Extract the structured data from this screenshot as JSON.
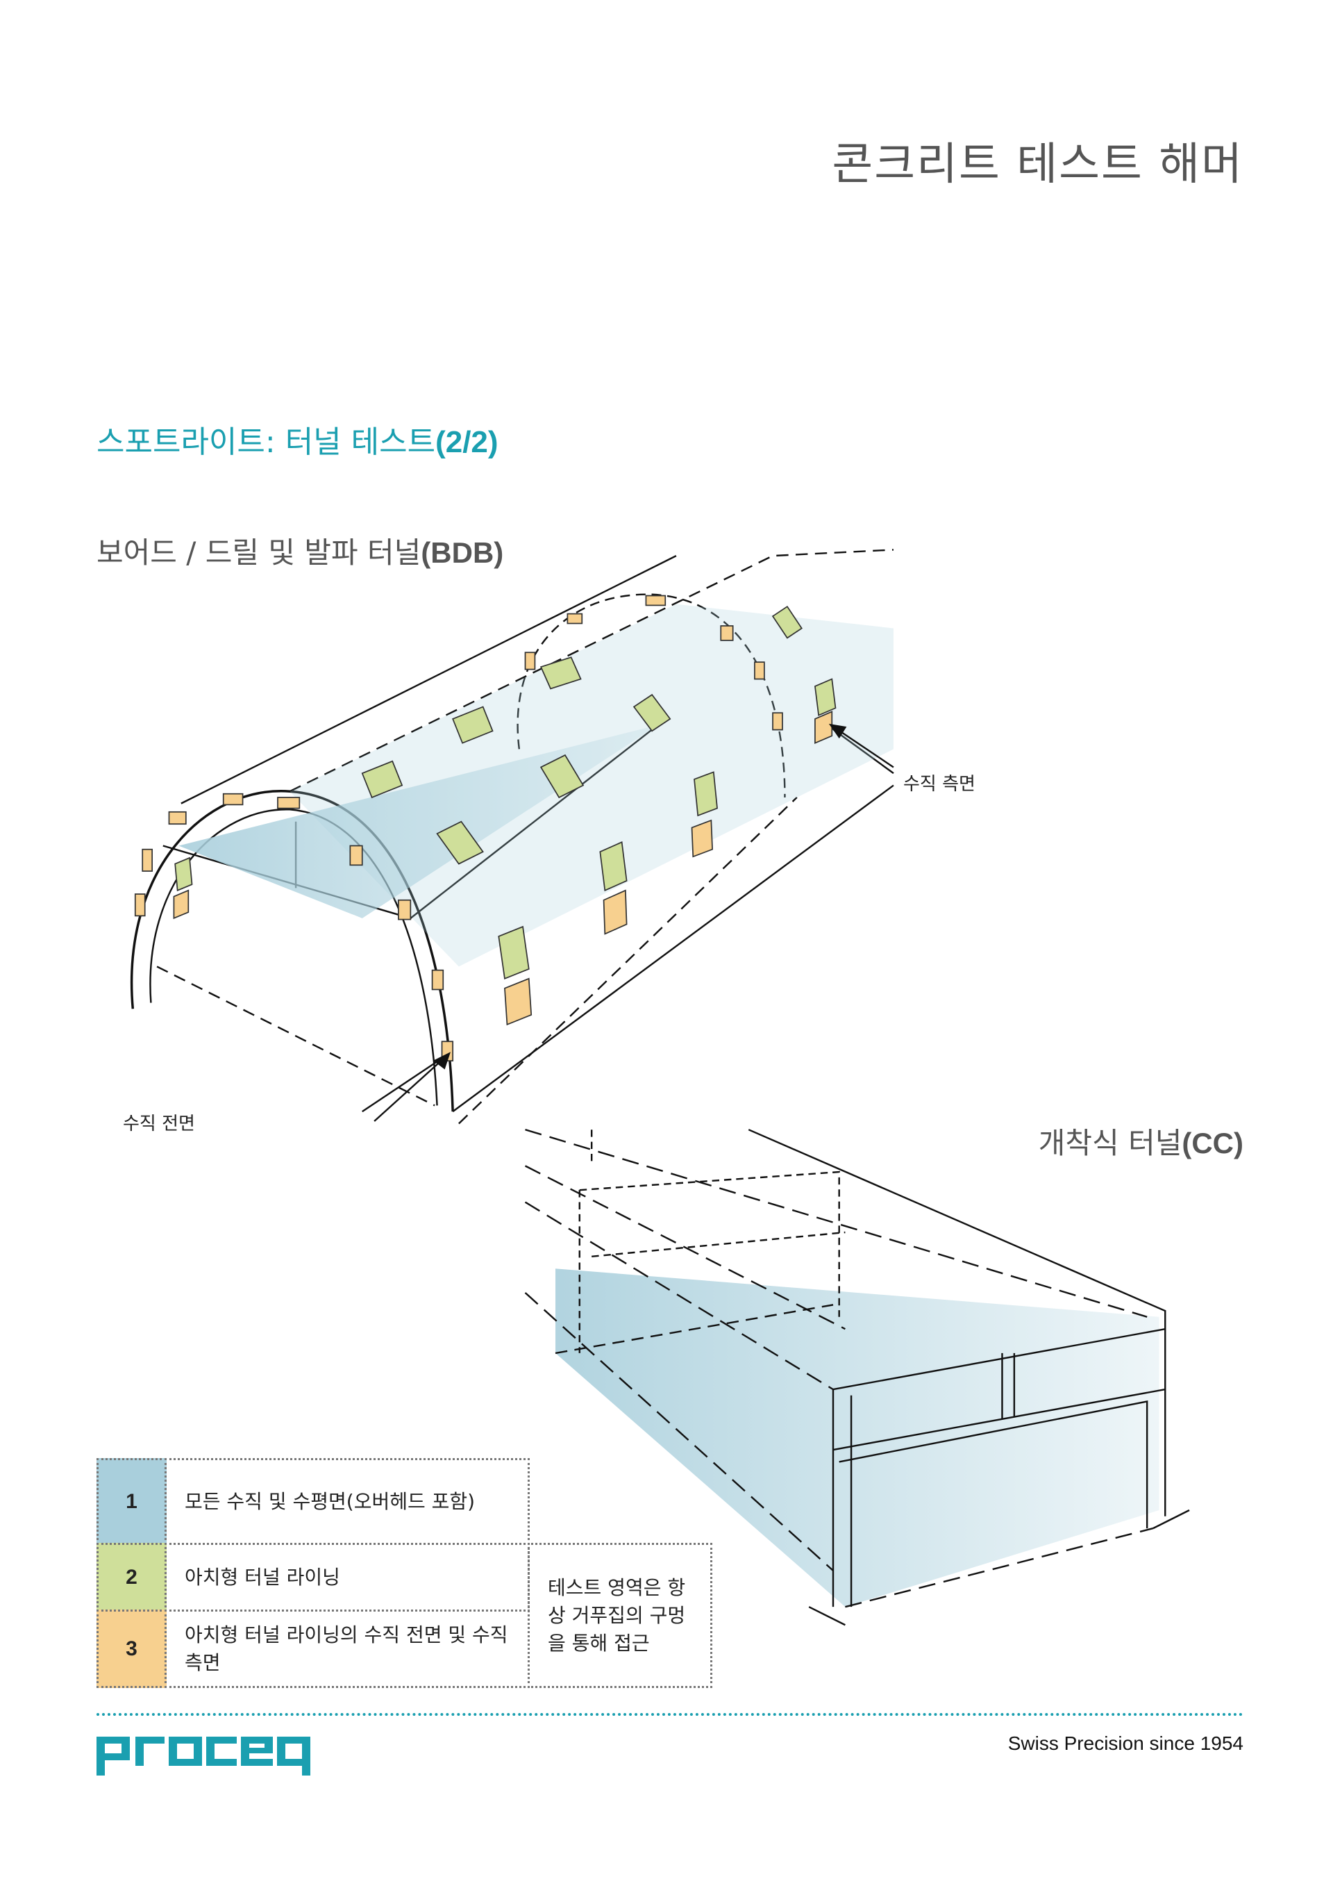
{
  "header": {
    "title": "콘크리트 테스트 해머"
  },
  "section": {
    "title_text": "스포트라이트: 터널 테스트",
    "title_bold": "(2/2)"
  },
  "bdb": {
    "title_text": "보어드 / 드릴 및 발파 터널",
    "title_bold": "(BDB)",
    "label_side": "수직 측면",
    "label_front": "수직 전면"
  },
  "cc": {
    "title_text": "개착식 터널",
    "title_bold": "(CC)"
  },
  "legend": {
    "rows": [
      {
        "num": "1",
        "text": "모든 수직 및 수평면(오버헤드 포함)",
        "color": "#a9cfdc"
      },
      {
        "num": "2",
        "text": "아치형 터널 라이닝",
        "color": "#cfdf9a"
      },
      {
        "num": "3",
        "text": "아치형 터널 라이닝의 수직 전면 및 수직 측면",
        "color": "#f7d08f"
      }
    ],
    "note": "테스트 영역은 항상 거푸집의 구멍을 통해 접근"
  },
  "footer": {
    "logo": "proceq",
    "tagline": "Swiss Precision since 1954",
    "brand_color": "#1a9fb0"
  }
}
